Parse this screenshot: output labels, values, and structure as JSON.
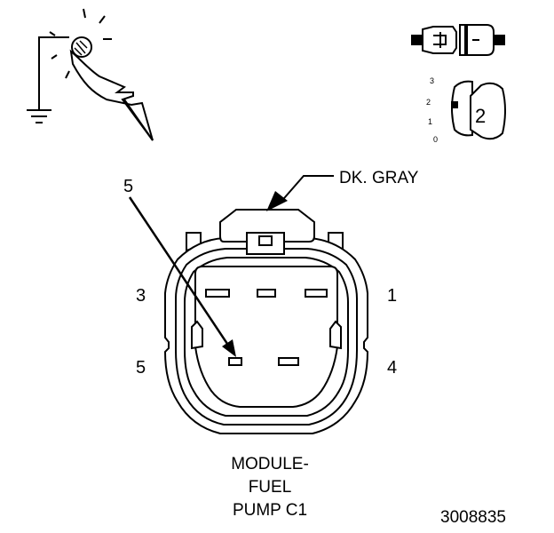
{
  "wire_color_label": "DK. GRAY",
  "callout_pin_label": "5",
  "pin_labels": {
    "pin1": "1",
    "pin3": "3",
    "pin4": "4",
    "pin5": "5"
  },
  "caption": {
    "line1": "MODULE-",
    "line2": "FUEL",
    "line3": "PUMP C1"
  },
  "figure_number": "3008835",
  "probe_icon": "backprobe-test-light-icon",
  "ground_icon": "ground-symbol-icon",
  "connector_view_icon": "connector-side-view-icon",
  "lock_position_icon": "connector-lock-position-icon",
  "lock_position_value": "2",
  "lock_scale_labels": [
    "3",
    "2",
    "1",
    "0"
  ]
}
